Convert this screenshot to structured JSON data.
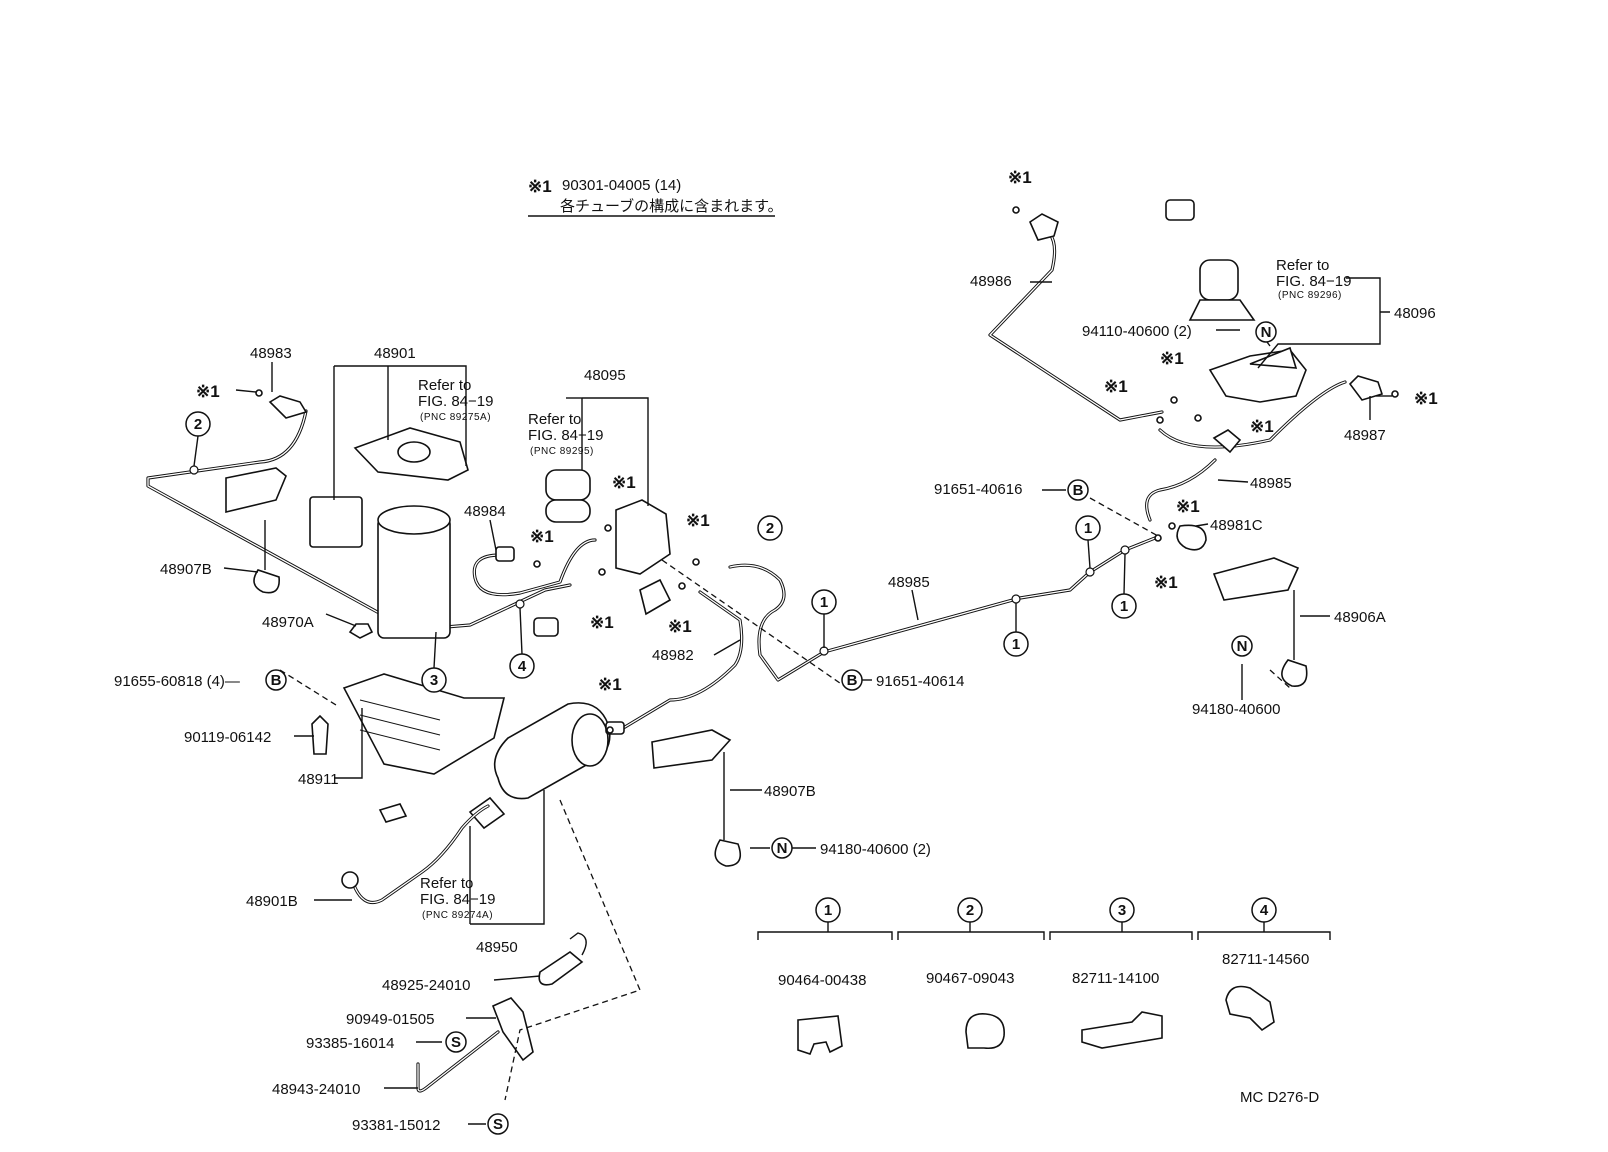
{
  "note": {
    "mark": "※1",
    "part_no": "90301-04005 (14)",
    "text_jp": "各チューブの構成に含まれます。"
  },
  "symbols": {
    "kome1": "※1",
    "b": "B",
    "n": "N",
    "s": "S",
    "c1": "1",
    "c2": "2",
    "c3": "3",
    "c4": "4"
  },
  "refs": {
    "ref_text": "Refer to",
    "fig": "FIG. 84−19",
    "pnc_89275a": "(PNC 89275A)",
    "pnc_89295": "(PNC 89295)",
    "pnc_89296": "(PNC 89296)",
    "pnc_89274a": "(PNC 89274A)"
  },
  "labels": {
    "p48983": "48983",
    "p48901": "48901",
    "p48095": "48095",
    "p48984": "48984",
    "p48907b_left": "48907B",
    "p48970a": "48970A",
    "p91655": "91655-60818 (4)—",
    "p90119": "90119-06142",
    "p48911": "48911",
    "p48901b": "48901B",
    "p48950": "48950",
    "p48925": "48925-24010",
    "p90949": "90949-01505",
    "p93385": "93385-16014",
    "p48943": "48943-24010",
    "p93381": "93381-15012",
    "p48982": "48982",
    "p48907b_mid": "48907B",
    "p94180_mid": "94180-40600 (2)",
    "p91651_40614": "91651-40614",
    "p48985_mid": "48985",
    "p91651_40616": "91651-40616",
    "p48986": "48986",
    "p48096": "48096",
    "p94110": "94110-40600 (2)",
    "p48987": "48987",
    "p48985_right": "48985",
    "p48981c": "48981C",
    "p48906a": "48906A",
    "p94180_right": "94180-40600"
  },
  "clamp_table": [
    {
      "key": "1",
      "part": "90464-00438"
    },
    {
      "key": "2",
      "part": "90467-09043"
    },
    {
      "key": "3",
      "part": "82711-14100"
    },
    {
      "key": "4",
      "part": "82711-14560"
    }
  ],
  "figure_code": "MC D276-D"
}
